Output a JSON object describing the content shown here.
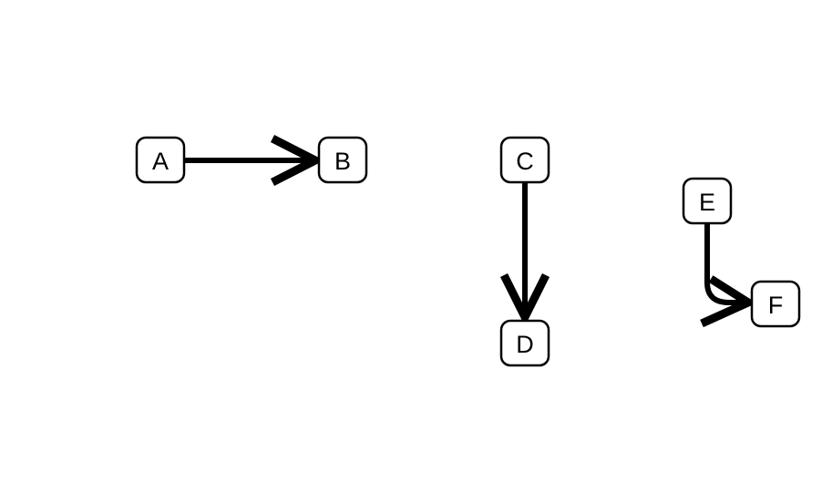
{
  "diagram": {
    "background_color": "#ffffff",
    "node_fill_color": "#ffffff",
    "line_color": "#000000",
    "nodes": [
      {
        "id": "A",
        "label": "A"
      },
      {
        "id": "B",
        "label": "B"
      },
      {
        "id": "C",
        "label": "C"
      },
      {
        "id": "D",
        "label": "D"
      },
      {
        "id": "E",
        "label": "E"
      },
      {
        "id": "F",
        "label": "F"
      }
    ],
    "edges": [
      {
        "from": "A",
        "to": "B",
        "direction": "right",
        "style": "open-chevron-arrow"
      },
      {
        "from": "C",
        "to": "D",
        "direction": "down",
        "style": "open-chevron-arrow"
      },
      {
        "from": "E",
        "to": "F",
        "direction": "down-then-right",
        "style": "open-chevron-arrow"
      }
    ]
  }
}
